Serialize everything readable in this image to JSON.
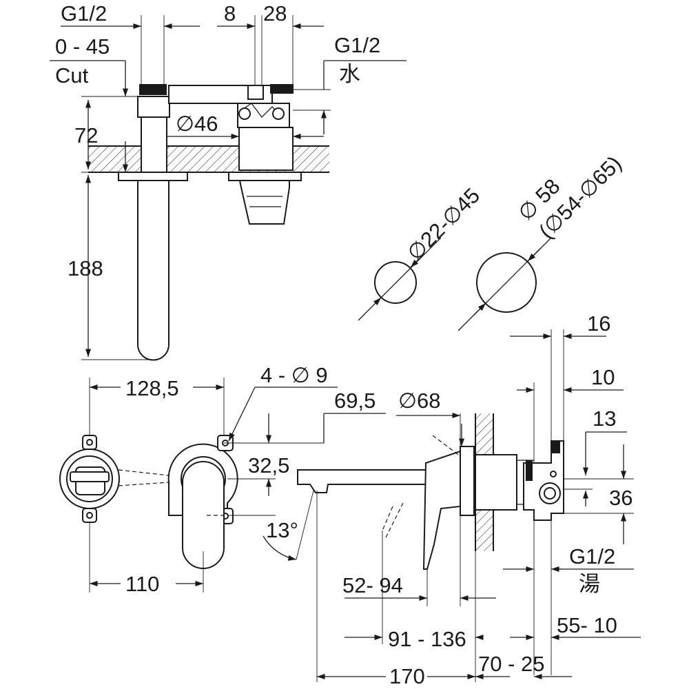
{
  "labels": {
    "g12_top": "G1/2",
    "dim_8": "8",
    "dim_28": "28",
    "cut_range": "0 - 45",
    "cut_word": "Cut",
    "g12_right": "G1/2",
    "cold_water": "水",
    "dia_46": "∅46",
    "dim_72": "72",
    "dim_188": "188",
    "dia_22_45": "∅22-∅45",
    "dia_58": "∅ 58",
    "dia_54_65": "(∅54-∅65)",
    "dim_16": "16",
    "dim_10": "10",
    "dim_13": "13",
    "dim_36": "36",
    "g12_bottom": "G1/2",
    "hot_water": "湯",
    "dim_128_5": "128,5",
    "holes": "4 - ∅ 9",
    "dim_69_5": "69,5",
    "dia_68": "∅68",
    "dim_32_5": "32,5",
    "angle_13": "13°",
    "dim_110": "110",
    "range_52_94": "52- 94",
    "range_91_136": "91 - 136",
    "range_55_10": "55- 10",
    "dim_170": "170",
    "range_70_25": "70 - 25"
  }
}
